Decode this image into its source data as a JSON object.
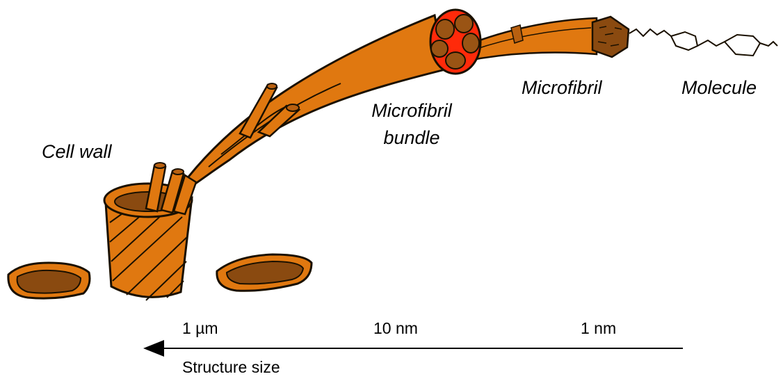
{
  "labels": {
    "cell_wall": "Cell wall",
    "microfibril_bundle_line1": "Microfibril",
    "microfibril_bundle_line2": "bundle",
    "microfibril": "Microfibril",
    "molecule": "Molecule"
  },
  "scale": {
    "tick_1um": "1 µm",
    "tick_10nm": "10 nm",
    "tick_1nm": "1 nm",
    "axis_label": "Structure size"
  },
  "colors": {
    "fibre_orange": "#e07810",
    "dark_brown": "#8a4a10",
    "outline": "#1a1000",
    "matrix_red": "#ff2a0a"
  }
}
